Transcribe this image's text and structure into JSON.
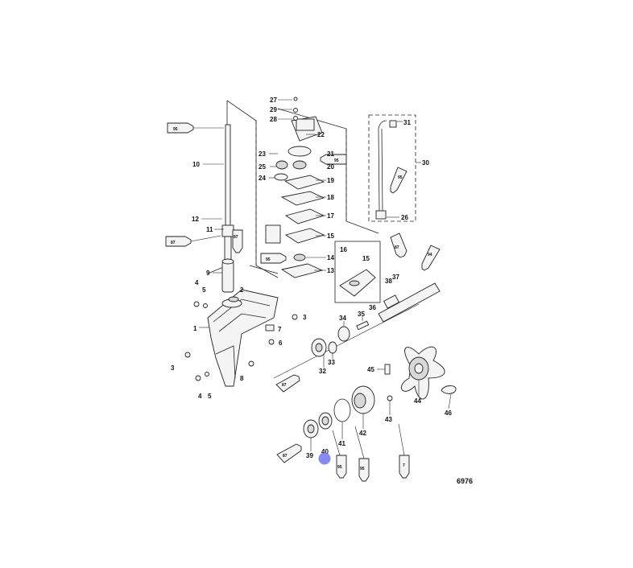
{
  "diagram": {
    "drawing_number": "6976",
    "part_numbers": [
      "1",
      "2",
      "3",
      "4",
      "5",
      "6",
      "7",
      "8",
      "9",
      "10",
      "11",
      "12",
      "13",
      "14",
      "15",
      "16",
      "17",
      "18",
      "19",
      "20",
      "21",
      "22",
      "23",
      "24",
      "25",
      "26",
      "27",
      "28",
      "29",
      "30",
      "31",
      "32",
      "33",
      "34",
      "35",
      "36",
      "37",
      "38",
      "39",
      "40",
      "41",
      "42",
      "43",
      "44",
      "45",
      "46"
    ],
    "callouts": {
      "n1": "1",
      "n2": "2",
      "n3a": "3",
      "n3b": "3",
      "n4a": "4",
      "n4b": "4",
      "n5a": "5",
      "n5b": "5",
      "n6": "6",
      "n7": "7",
      "n8": "8",
      "n9": "9",
      "n10": "10",
      "n11": "11",
      "n12": "12",
      "n13": "13",
      "n14": "14",
      "n15a": "15",
      "n15b": "15",
      "n16": "16",
      "n17": "17",
      "n18": "18",
      "n19": "19",
      "n20": "20",
      "n21": "21",
      "n22": "22",
      "n23": "23",
      "n24": "24",
      "n25": "25",
      "n26": "26",
      "n27": "27",
      "n28": "28",
      "n29": "29",
      "n30": "30",
      "n31": "31",
      "n32": "32",
      "n33": "33",
      "n34": "34",
      "n35": "35",
      "n36": "36",
      "n37": "37",
      "n38": "38",
      "n39": "39",
      "n40": "40",
      "n41": "41",
      "n42": "42",
      "n43": "43",
      "n44": "44",
      "n45": "45",
      "n46": "46"
    },
    "lubricant_tubes": {
      "t95a": "95",
      "t87a": "87",
      "t87b": "87",
      "t95b": "95",
      "t95c": "95",
      "t95d": "95",
      "t87c": "87",
      "t94": "94",
      "t87d": "87",
      "t87e": "87",
      "t95e": "95",
      "t95f": "95",
      "t7": "7"
    },
    "marker_color": "#7b7bf0"
  }
}
